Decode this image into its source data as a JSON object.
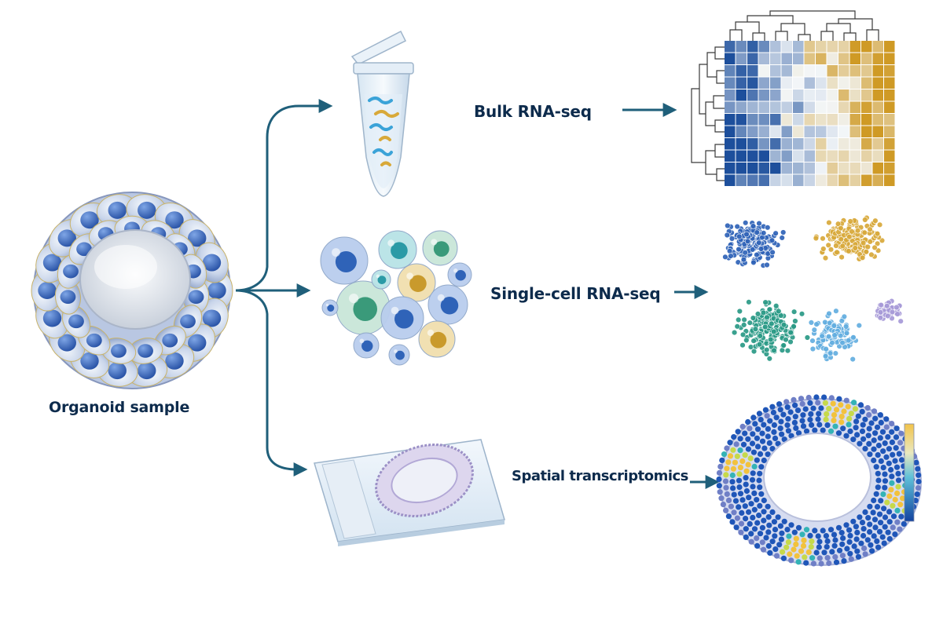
{
  "labels": {
    "organoid": "Organoid sample",
    "bulk": "Bulk RNA-seq",
    "single_cell": "Single-cell RNA-seq",
    "spatial": "Spatial transcriptomics"
  },
  "colors": {
    "text": "#0d2b4c",
    "arrow": "#1f5f7a",
    "heat_low": "#1d4f9c",
    "heat_mid": "#f3f6f8",
    "heat_high": "#cf9a25",
    "cluster_blue": "#2f63b8",
    "cluster_gold": "#d8a93a",
    "cluster_teal": "#2a9a86",
    "cluster_sky": "#63aee0",
    "cluster_lavender": "#a79ad8"
  },
  "icons": [
    "organoid-illustration",
    "microcentrifuge-tube-icon",
    "dissociated-cells-illustration",
    "heatmap-with-dendrograms",
    "cell-cluster-scatter",
    "tissue-slide-icon",
    "spatial-expression-ring",
    "expression-colorbar"
  ]
}
